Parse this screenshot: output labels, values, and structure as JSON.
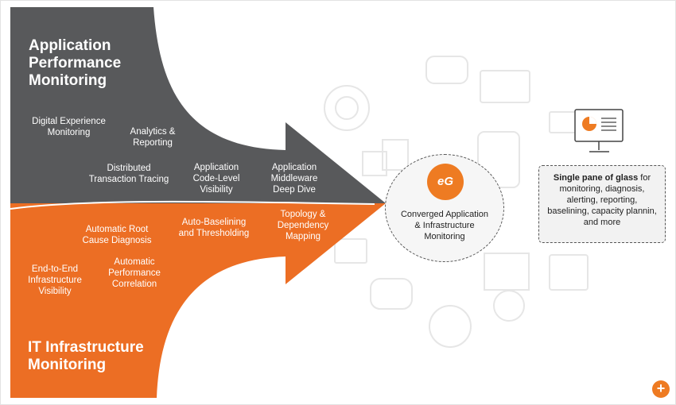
{
  "apm": {
    "title": "Application\nPerformance\nMonitoring",
    "items": [
      "Digital Experience\nMonitoring",
      "Analytics &\nReporting",
      "Distributed\nTransaction Tracing",
      "Application\nCode-Level\nVisibility",
      "Application\nMiddleware\nDeep Dive"
    ]
  },
  "infra": {
    "title": "IT Infrastructure\nMonitoring",
    "items": [
      "Automatic Root\nCause Diagnosis",
      "Auto-Baselining\nand Thresholding",
      "Topology &\nDependency\nMapping",
      "End-to-End\nInfrastructure\nVisibility",
      "Automatic\nPerformance\nCorrelation"
    ]
  },
  "center": {
    "logo_text": "eG",
    "label": "Converged Application\n& Infrastructure\nMonitoring"
  },
  "pane": {
    "bold": "Single pane of glass",
    "rest": " for monitoring, diagnosis, alerting, reporting, baselining, capacity plannin, and more"
  },
  "icons": {
    "monitor": "monitor-chart-icon",
    "zoom": "zoom-in-icon"
  },
  "colors": {
    "apm": "#58595b",
    "infra": "#ec6e24",
    "accent": "#ee7b22",
    "ghost_icons": "#e4e4e4"
  }
}
